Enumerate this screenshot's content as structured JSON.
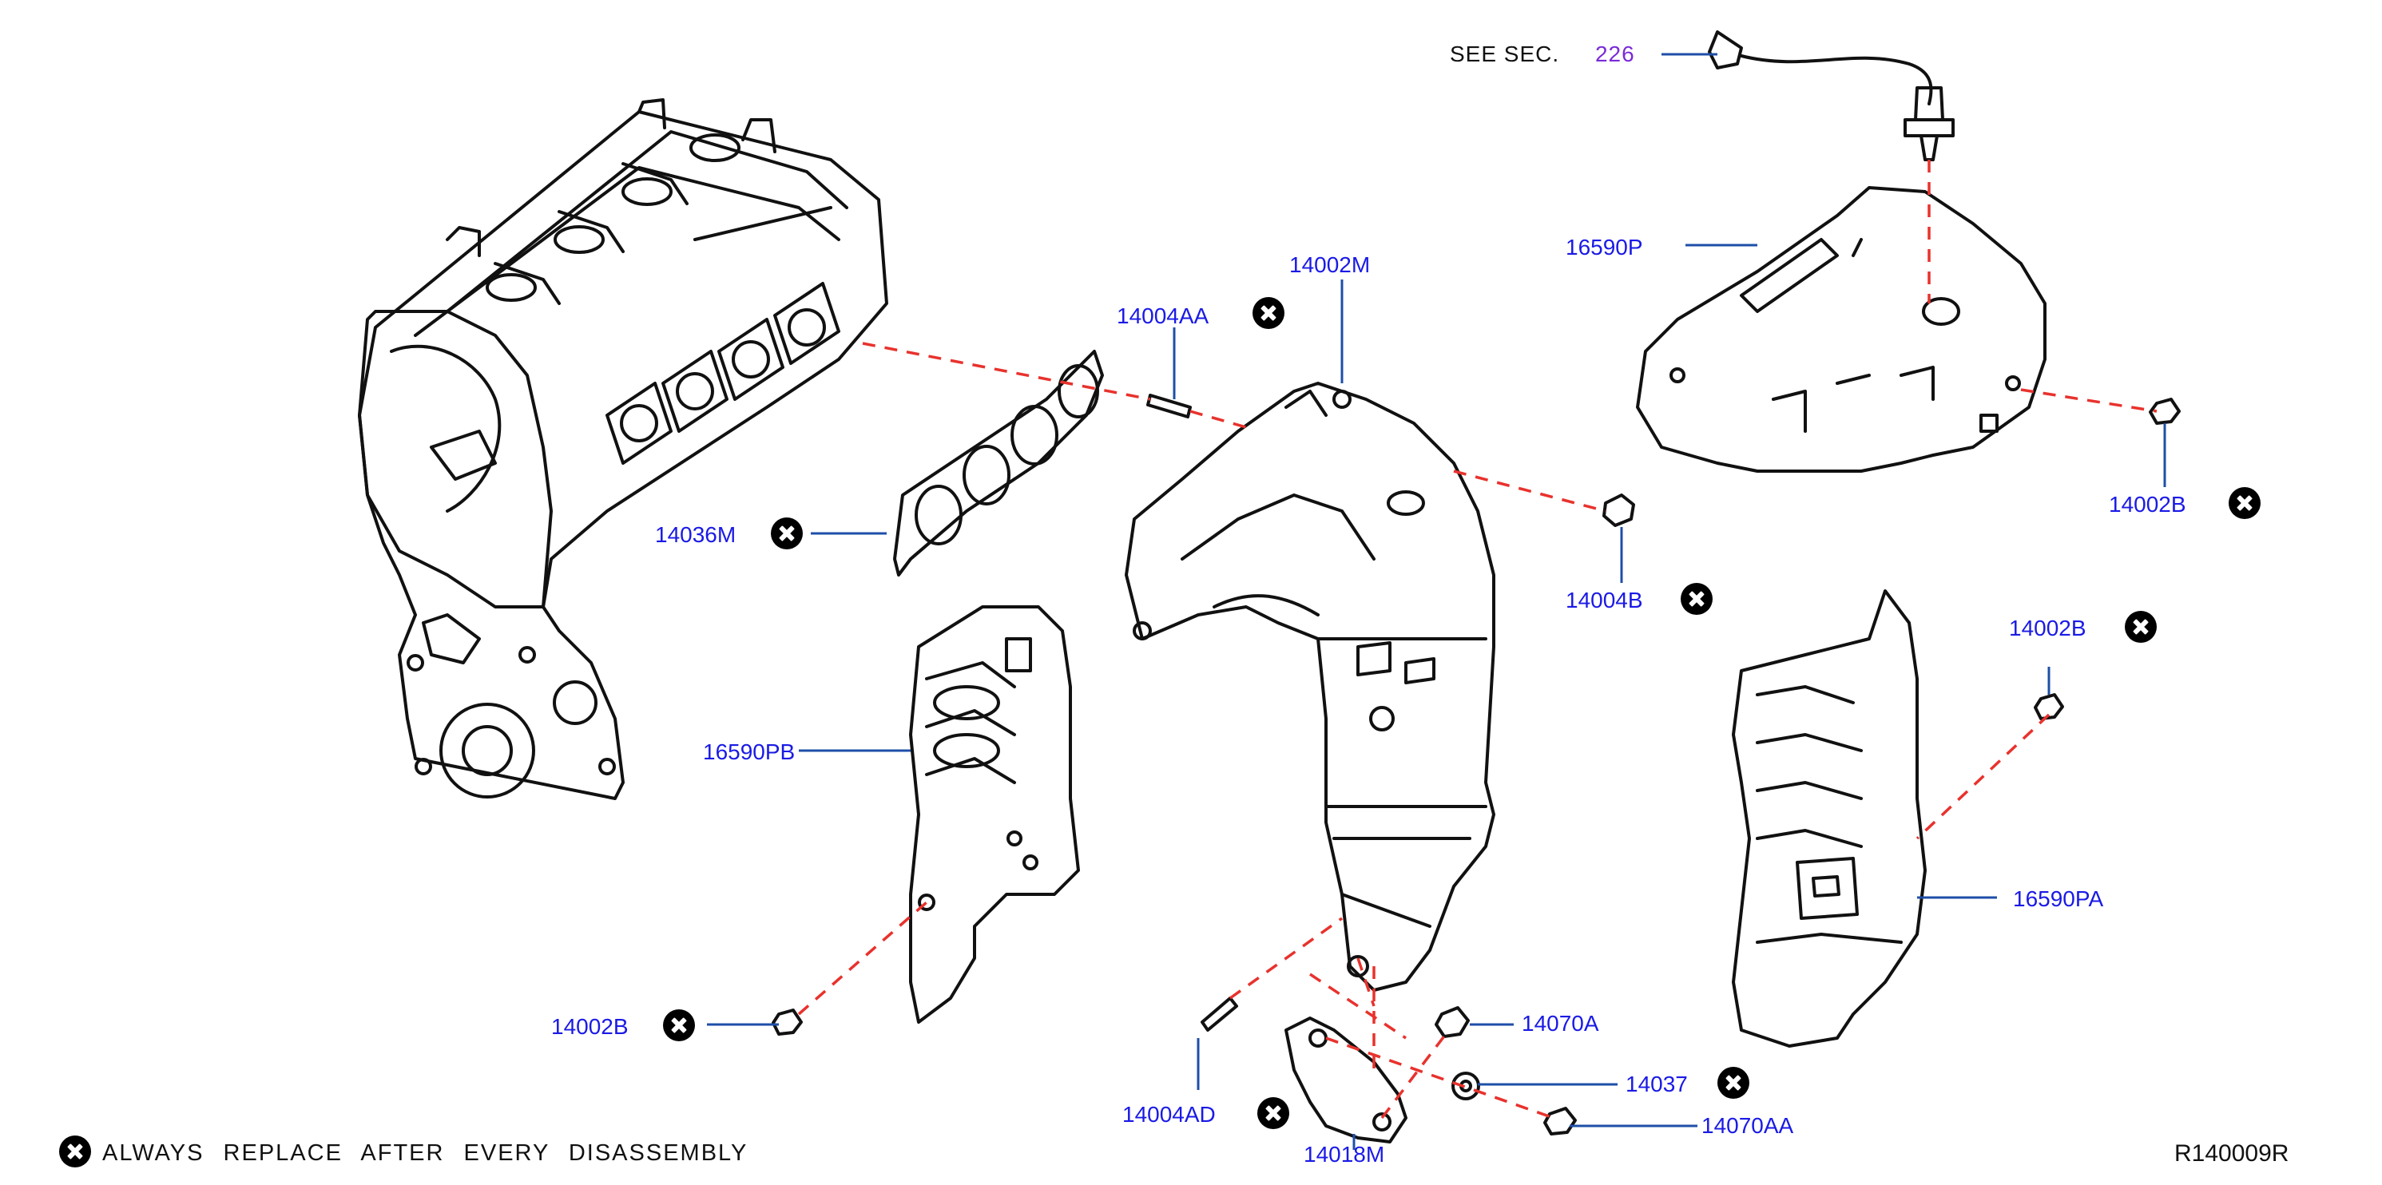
{
  "reference": {
    "see_text": "SEE SEC.",
    "section_number": "226"
  },
  "parts": [
    {
      "id": "14004AA",
      "replace": true
    },
    {
      "id": "14002M",
      "replace": false
    },
    {
      "id": "16590P",
      "replace": false
    },
    {
      "id": "14002B",
      "replace": true,
      "position": "upper-right"
    },
    {
      "id": "14036M",
      "replace": true
    },
    {
      "id": "14004B",
      "replace": true
    },
    {
      "id": "14002B",
      "replace": true,
      "position": "right-middle"
    },
    {
      "id": "16590PB",
      "replace": false
    },
    {
      "id": "16590PA",
      "replace": false
    },
    {
      "id": "14002B",
      "replace": true,
      "position": "lower-left"
    },
    {
      "id": "14070A",
      "replace": false
    },
    {
      "id": "14037",
      "replace": true
    },
    {
      "id": "14070AA",
      "replace": false
    },
    {
      "id": "14004AD",
      "replace": true
    },
    {
      "id": "14018M",
      "replace": false
    }
  ],
  "legend": {
    "icon": "x-circle-icon",
    "text": "ALWAYS REPLACE AFTER EVERY DISASSEMBLY"
  },
  "diagram_code": "R140009R",
  "colors": {
    "callout_label": "#1a1ae6",
    "leader_line": "#1e4fa8",
    "parts_assembly_line": "#e8322d",
    "section_ref": "#7a2bd9",
    "outline": "#111111"
  }
}
